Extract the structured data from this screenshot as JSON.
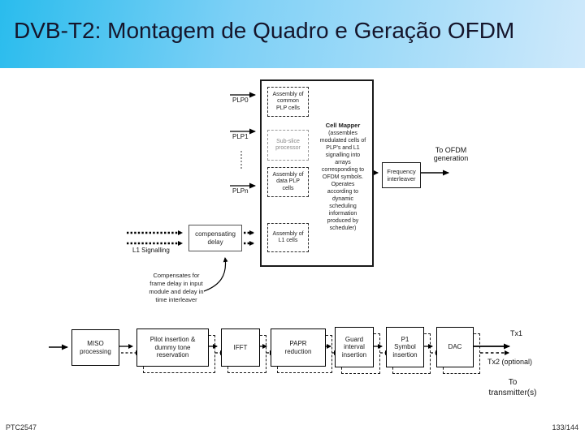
{
  "header": {
    "title": "DVB-T2: Montagem de Quadro e Geração OFDM"
  },
  "colors": {
    "header_gradient_start": "#2abced",
    "header_gradient_end": "#cfe9fb",
    "title_color": "#15152b",
    "diagram_line": "#000000",
    "muted_gray": "#9a9a9a"
  },
  "frame_builder": {
    "inputs": [
      {
        "label": "PLP0"
      },
      {
        "label": "PLP1"
      },
      {
        "label": "PLPn"
      }
    ],
    "boxes": {
      "assembly_common": "Assembly of\ncommon\nPLP cells",
      "sub_slice": "Sub-slice\nprocessor",
      "assembly_data": "Assembly of\ndata PLP\ncells",
      "assembly_l1": "Assembly of\nL1 cells",
      "frequency_interleaver": "Frequency\ninterleaver",
      "compensating_delay": "compensating\ndelay"
    },
    "cell_mapper": {
      "title": "Cell Mapper",
      "body": "(assembles\nmodulated cells of\nPLP's and L1\nsignalling into\narrays\ncorresponding to\nOFDM symbols.\nOperates\naccording to\ndynamic\nscheduling\ninformation\nproduced by\nscheduler)"
    },
    "labels": {
      "l1_signalling": "L1 Signalling",
      "to_ofdm": "To OFDM\ngeneration",
      "note": "Compensates for\nframe delay in input\nmodule and delay in\ntime interleaver"
    }
  },
  "ofdm_chain": {
    "boxes": [
      {
        "label": "MISO\nprocessing"
      },
      {
        "label": "Pilot insertion &\ndummy tone\nreservation"
      },
      {
        "label": "IFFT"
      },
      {
        "label": "PAPR\nreduction"
      },
      {
        "label": "Guard\ninterval\ninsertion"
      },
      {
        "label": "P1\nSymbol\ninsertion"
      },
      {
        "label": "DAC"
      }
    ],
    "outputs": {
      "tx1": "Tx1",
      "tx2": "Tx2 (optional)",
      "to_transmitters": "To\ntransmitter(s)"
    }
  },
  "footer": {
    "left": "PTC2547",
    "right": "133/144"
  }
}
